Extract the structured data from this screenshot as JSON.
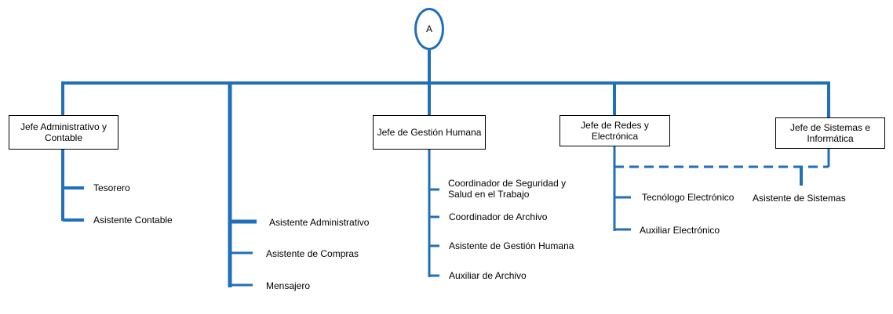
{
  "connector": {
    "label": "A"
  },
  "departments": [
    {
      "title": "Jefe Administrativo y Contable",
      "staff": [
        "Tesorero",
        "Asistente Contable"
      ]
    },
    {
      "title": "",
      "staff": [
        "Asistente Administrativo",
        "Asistente de Compras",
        "Mensajero"
      ]
    },
    {
      "title": "Jefe de Gestión Humana",
      "staff": [
        "Coordinador de Seguridad y Salud en el Trabajo",
        "Coordinador de Archivo",
        "Asistente de Gestión Humana",
        "Auxiliar de Archivo"
      ]
    },
    {
      "title": "Jefe de Redes y Electrónica",
      "staff": [
        "Tecnólogo Electrónico",
        "Auxiliar Electrónico"
      ]
    },
    {
      "title": "Jefe de Sistemas e Informática",
      "staff": [
        "Asistente de Sistemas"
      ]
    }
  ],
  "colors": {
    "line": "#1f6fba",
    "box_border": "#000000"
  }
}
